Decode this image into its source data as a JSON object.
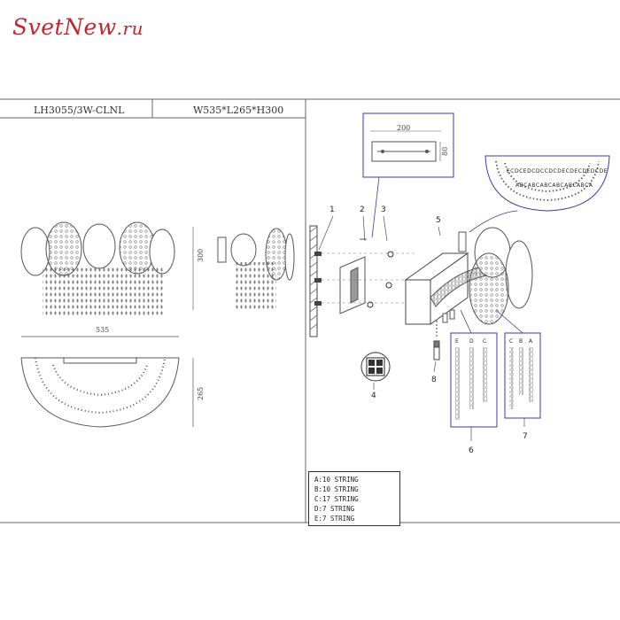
{
  "brand": {
    "name": "SvetNew",
    "domain": ".ru",
    "color": "#c0262b"
  },
  "header": {
    "model": "LH3055/3W-CLNL",
    "dimensions": "W535*L265*H300"
  },
  "dims": {
    "width": "535",
    "height": "300",
    "depth": "265",
    "bracket_w": "200",
    "bracket_h": "80"
  },
  "parts": [
    "1",
    "2",
    "3",
    "4",
    "5",
    "6",
    "7",
    "8"
  ],
  "groups": {
    "g6": [
      "E",
      "D",
      "C"
    ],
    "g7": [
      "C",
      "B",
      "A"
    ]
  },
  "strings": [
    "A:10 STRING",
    "B:10 STRING",
    "C:17 STRING",
    "D:7 STRING",
    "E:7 STRING"
  ],
  "arc_labels": {
    "outer": "ECDCEDCDCCDCDECDECDEDCDE",
    "inner": "ABCABCABCABCABCABCA"
  },
  "colors": {
    "line": "#555555",
    "callout": "#3a3ab0"
  }
}
